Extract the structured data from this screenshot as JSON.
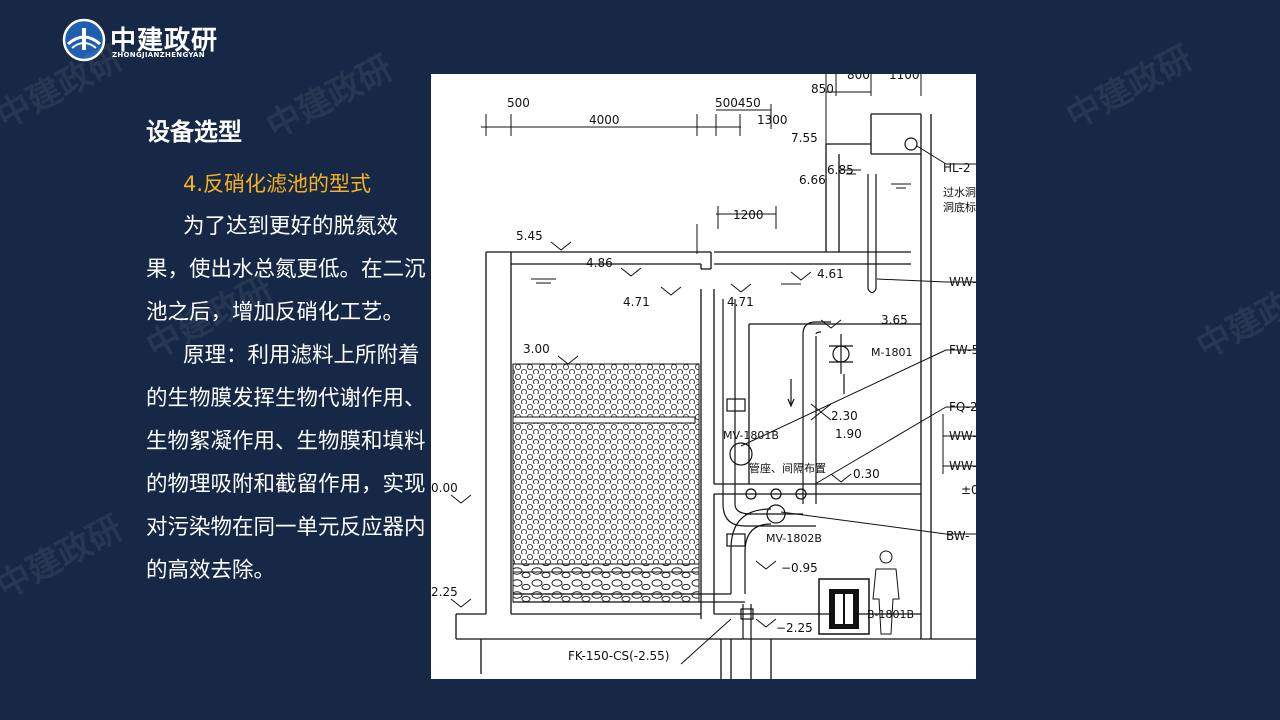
{
  "logo": {
    "name": "中建政研",
    "pinyin": "ZHONGJIANZHENGYAN"
  },
  "watermark_text": "中建政研",
  "section_title": "设备选型",
  "subheading": "4.反硝化滤池的型式",
  "paragraphs": [
    "为了达到更好的脱氮效果，使出水总氮更低。在二沉池之后，增加反硝化工艺。",
    "原理：利用滤料上所附着的生物膜发挥生物代谢作用、生物絮凝作用、生物膜和填料的物理吸附和截留作用，实现对污染物在同一单元反应器内的高效去除。"
  ],
  "colors": {
    "background": "#162845",
    "accent": "#f5b21d",
    "text": "#ffffff"
  },
  "drawing": {
    "dims": {
      "d500": "500",
      "d4000": "4000",
      "d500450": "500450",
      "d1300": "1300",
      "d850": "850",
      "d800": "800",
      "d1100": "1100",
      "d1200": "1200"
    },
    "levels": {
      "l755": "7.55",
      "l685": "6.85",
      "l666": "6.66",
      "l545": "5.45",
      "l486": "4.86",
      "l471a": "4.71",
      "l471b": "4.71",
      "l461": "4.61",
      "l365": "3.65",
      "l300": "3.00",
      "l230": "2.30",
      "l190": "1.90",
      "l030": "0.30",
      "l000": "0.00",
      "l095": "−0.95",
      "l225": "2.25",
      "l225b": "−2.25",
      "lpm": "±0"
    },
    "tags": {
      "hl": "HL-2",
      "overflow1": "过水洞",
      "overflow2": "洞底标",
      "ww1": "WW-",
      "fw": "FW-5",
      "fq": "FQ-2",
      "ww2": "WW-",
      "ww3": "WW-",
      "bw": "BW-",
      "m1801": "M-1801",
      "mv1801b": "MV-1801B",
      "pipe_note": "管座、间隔布置",
      "mv1802b": "MV-1802B",
      "b1801b": "B-1801B",
      "fk": "FK-150-CS(-2.55)"
    }
  }
}
